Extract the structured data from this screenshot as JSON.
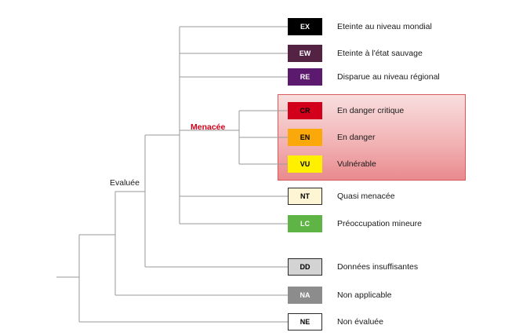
{
  "groups": {
    "evaluated": "Evaluée",
    "threatened": "Menacée"
  },
  "categories": [
    {
      "code": "EX",
      "label": "Eteinte au niveau mondial",
      "fill": "#000000",
      "text_color": "#ffffff"
    },
    {
      "code": "EW",
      "label": "Eteinte à l'état sauvage",
      "fill": "#542344",
      "text_color": "#ffffff"
    },
    {
      "code": "RE",
      "label": "Disparue au niveau régional",
      "fill": "#5b1a6e",
      "text_color": "#ffffff"
    },
    {
      "code": "CR",
      "label": "En danger critique",
      "fill": "#d3001b",
      "text_color": "#000000"
    },
    {
      "code": "EN",
      "label": "En danger",
      "fill": "#fba90a",
      "text_color": "#000000"
    },
    {
      "code": "VU",
      "label": "Vulnérable",
      "fill": "#fff000",
      "text_color": "#000000"
    },
    {
      "code": "NT",
      "label": "Quasi menacée",
      "fill": "#fdf5d3",
      "text_color": "#000000"
    },
    {
      "code": "LC",
      "label": "Préoccupation mineure",
      "fill": "#5fb446",
      "text_color": "#ffffff"
    },
    {
      "code": "DD",
      "label": "Données insuffisantes",
      "fill": "#d3d3d3",
      "text_color": "#000000"
    },
    {
      "code": "NA",
      "label": "Non applicable",
      "fill": "#8c8c8c",
      "text_color": "#ffffff"
    },
    {
      "code": "NE",
      "label": "Non évaluée",
      "fill": "#ffffff",
      "text_color": "#000000"
    }
  ],
  "colors": {
    "tree_line": "#9a9a9a",
    "threatened_label": "#d0021b",
    "threatened_box_border": "#d95a5a"
  }
}
